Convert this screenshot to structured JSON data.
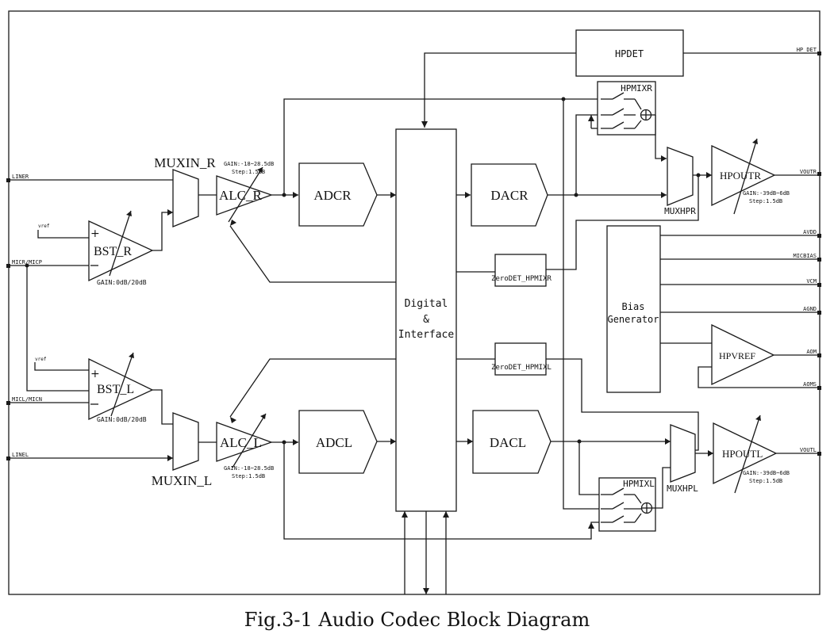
{
  "caption": "Fig.3-1 Audio Codec Block Diagram",
  "blocks": {
    "hpdet": "HPDET",
    "hpmixr": "HPMIXR",
    "hpmixl": "HPMIXL",
    "muxin_r": "MUXIN_R",
    "muxin_l": "MUXIN_L",
    "alc_r": "ALC_R",
    "alc_l": "ALC_L",
    "bst_r": "BST_R",
    "bst_l": "BST_L",
    "adcr": "ADCR",
    "adcl": "ADCL",
    "dacr": "DACR",
    "dacl": "DACL",
    "digital_line1": "Digital",
    "digital_line2": "&",
    "digital_line3": "Interface",
    "zerodet_r": "ZeroDET_HPMIXR",
    "zerodet_l": "ZeroDET_HPMIXL",
    "muxhpr": "MUXHPR",
    "muxhpl": "MUXHPL",
    "hpoutr": "HPOUTR",
    "hpoutl": "HPOUTL",
    "bias_line1": "Bias",
    "bias_line2": "Generator",
    "hpvref": "HPVREF"
  },
  "annotations": {
    "alc_r_gain": "GAIN:-18~28.5dB",
    "alc_r_step": "Step:1.5dB",
    "alc_l_gain": "GAIN:-18~28.5dB",
    "alc_l_step": "Step:1.5dB",
    "bst_r_gain": "GAIN:0dB/20dB",
    "bst_l_gain": "GAIN:0dB/20dB",
    "hpoutr_gain": "GAIN:-39dB~6dB",
    "hpoutr_step": "Step:1.5dB",
    "hpoutl_gain": "GAIN:-39dB~6dB",
    "hpoutl_step": "Step:1.5dB",
    "vref_r": "vref",
    "vref_l": "vref"
  },
  "pins_left": {
    "liner": "LINER",
    "micr": "MICR/MICP",
    "micl": "MICL/MICN",
    "linel": "LINEL"
  },
  "pins_right": {
    "hp_det": "HP_DET",
    "voutr": "VOUTR",
    "avdd": "AVDD",
    "micbias": "MICBIAS",
    "vcm": "VCM",
    "agnd": "AGND",
    "aom": "AOM",
    "aoms": "AOMS",
    "voutl": "VOUTL"
  }
}
